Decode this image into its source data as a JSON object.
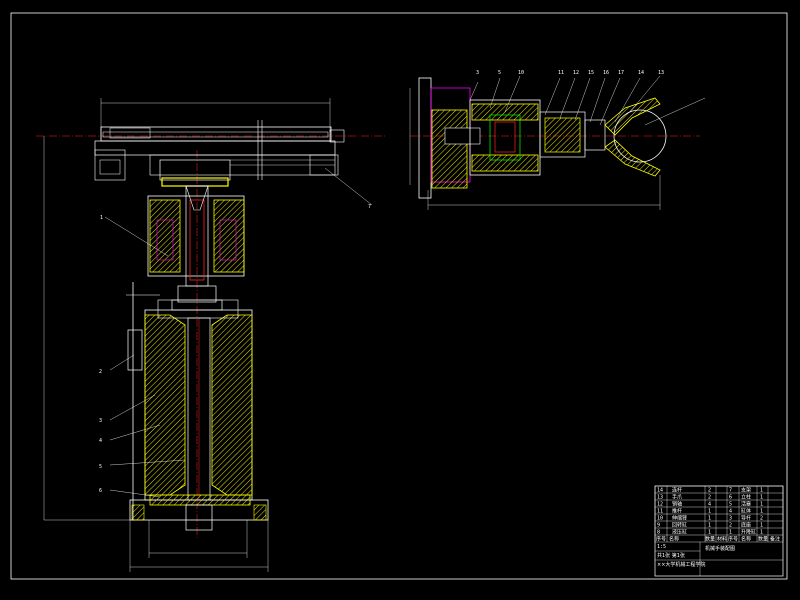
{
  "drawing": {
    "background": "#000000",
    "colors": {
      "outline": "#ffffff",
      "hatch": "#ffff00",
      "centerline": "#ff2020",
      "dimension": "#ffffff",
      "cyan": "#00ffff",
      "magenta": "#ff00ff",
      "green": "#00ff00"
    },
    "balloons_right": [
      "3",
      "5",
      "10",
      "11",
      "12",
      "15",
      "16",
      "17",
      "14",
      "13"
    ],
    "balloons_left": [
      "1",
      "2",
      "3",
      "4",
      "5",
      "6",
      "7"
    ],
    "title_block": {
      "rows": [
        {
          "no": "14",
          "name": "连杆",
          "qty": "2",
          "no2": "7",
          "name2": "支架",
          "qty2": "1"
        },
        {
          "no": "13",
          "name": "手爪",
          "qty": "2",
          "no2": "6",
          "name2": "立柱",
          "qty2": "1"
        },
        {
          "no": "12",
          "name": "销轴",
          "qty": "4",
          "no2": "5",
          "name2": "活塞",
          "qty2": "1"
        },
        {
          "no": "11",
          "name": "推杆",
          "qty": "1",
          "no2": "4",
          "name2": "缸体",
          "qty2": "1"
        },
        {
          "no": "10",
          "name": "伸缩臂",
          "qty": "1",
          "no2": "3",
          "name2": "导杆",
          "qty2": "2"
        },
        {
          "no": "9",
          "name": "回转缸",
          "qty": "1",
          "no2": "2",
          "name2": "底座",
          "qty2": "1"
        },
        {
          "no": "8",
          "name": "液压缸",
          "qty": "1",
          "no2": "1",
          "name2": "升降缸",
          "qty2": "1"
        }
      ],
      "header": [
        "序号",
        "名称",
        "数量",
        "材料",
        "序号",
        "名称",
        "数量",
        "备注"
      ],
      "drawing_title": "机械手装配图",
      "scale": "1:5",
      "sheet": "共1张 第1张",
      "school": "××大学机械工程学院"
    }
  }
}
